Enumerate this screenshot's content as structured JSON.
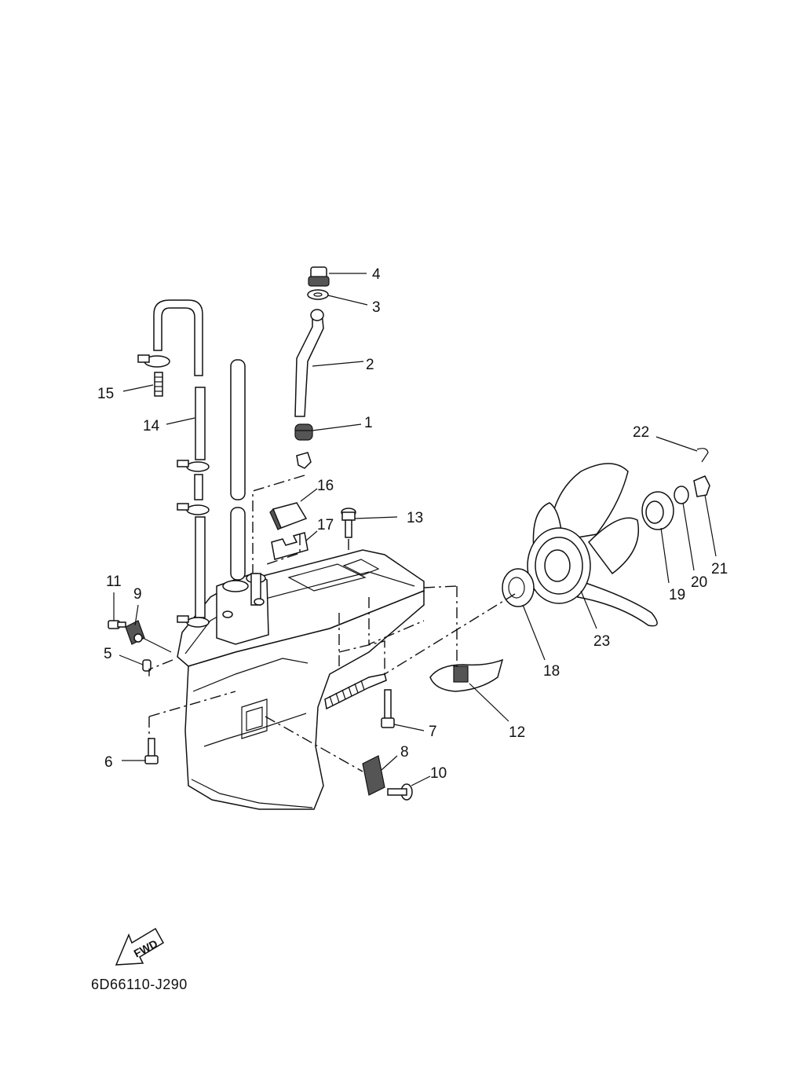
{
  "diagram": {
    "callouts": {
      "c1": "1",
      "c2": "2",
      "c3": "3",
      "c4": "4",
      "c5": "5",
      "c6": "6",
      "c7": "7",
      "c8": "8",
      "c9": "9",
      "c10": "10",
      "c11": "11",
      "c12": "12",
      "c13": "13",
      "c14": "14",
      "c15": "15",
      "c16": "16",
      "c17": "17",
      "c18": "18",
      "c19": "19",
      "c20": "20",
      "c21": "21",
      "c22": "22",
      "c23": "23"
    },
    "fwd_label": "FWD",
    "drawing_code": "6D66110-J290"
  }
}
